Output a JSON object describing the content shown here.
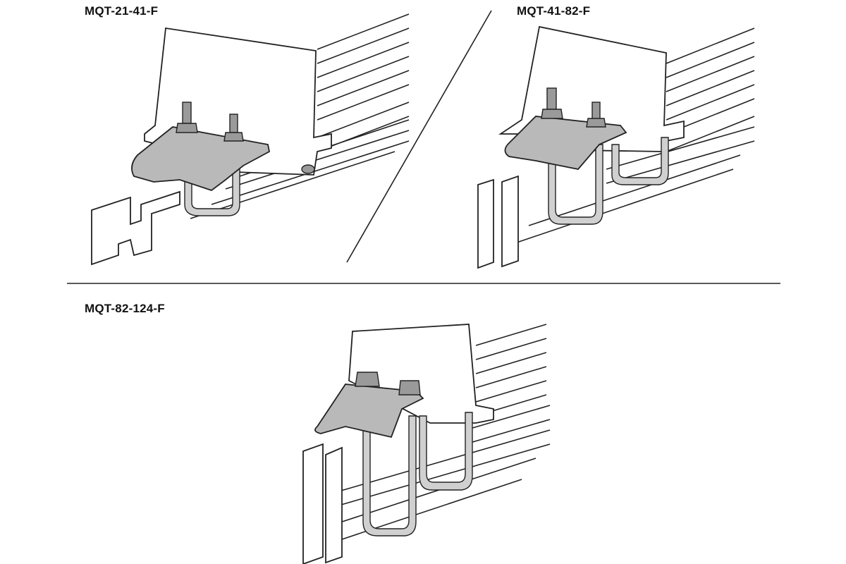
{
  "figures": [
    {
      "label": "MQT-21-41-F"
    },
    {
      "label": "MQT-41-82-F"
    },
    {
      "label": "MQT-82-124-F"
    }
  ],
  "colors": {
    "line": "#222222",
    "metal": "#b9b9b9",
    "background": "#ffffff"
  }
}
